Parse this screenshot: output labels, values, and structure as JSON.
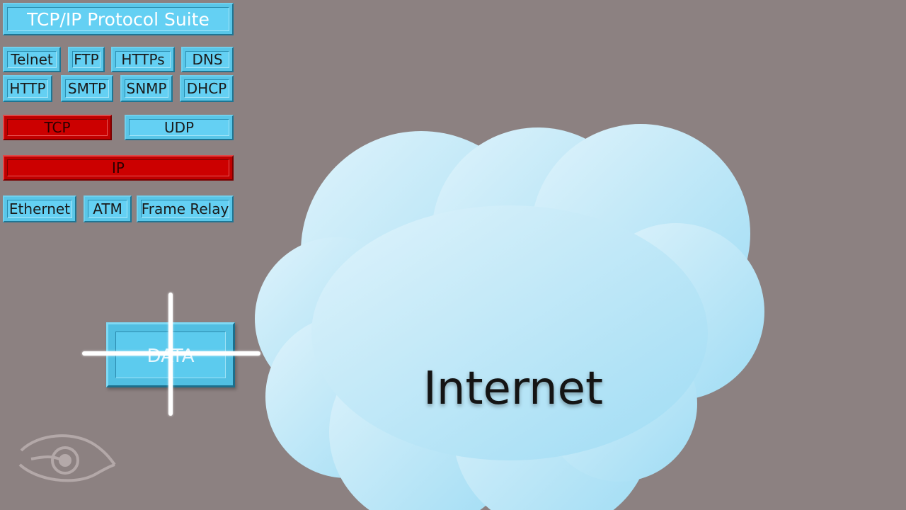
{
  "title": "TCP/IP Protocol Suite",
  "application_layer": {
    "row1": [
      "Telnet",
      "FTP",
      "HTTPs",
      "DNS"
    ],
    "row2": [
      "HTTP",
      "SMTP",
      "SNMP",
      "DHCP"
    ]
  },
  "transport_layer": {
    "tcp": "TCP",
    "udp": "UDP"
  },
  "internet_layer": {
    "ip": "IP"
  },
  "link_layer": [
    "Ethernet",
    "ATM",
    "Frame Relay"
  ],
  "data_packet": {
    "label": "DATA"
  },
  "cloud": {
    "label": "Internet"
  },
  "colors": {
    "background": "#8c8181",
    "protocol_block": "#64d0f3",
    "highlight_block": "#cc0000",
    "cloud_light": "#daf1fb",
    "cloud_dark": "#a4e0f6"
  }
}
